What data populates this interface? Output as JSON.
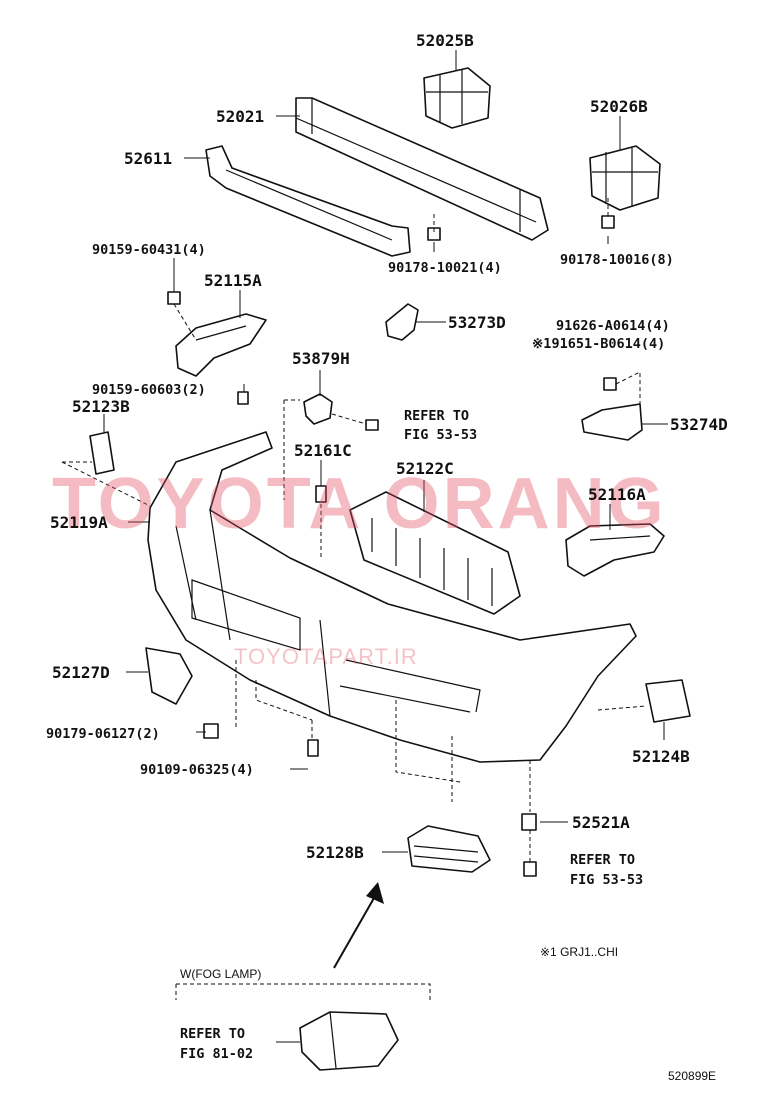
{
  "parts": {
    "p52025B": "52025B",
    "p52021": "52021",
    "p52026B": "52026B",
    "p52611": "52611",
    "p90159_60431": "90159-60431(4)",
    "p90178_10021": "90178-10021(4)",
    "p90178_10016": "90178-10016(8)",
    "p52115A": "52115A",
    "p53273D": "53273D",
    "p91626": "91626-A0614(4)",
    "p91651": "※191651-B0614(4)",
    "p90159_60603": "90159-60603(2)",
    "p53879H": "53879H",
    "p52123B": "52123B",
    "p53274D": "53274D",
    "p52161C": "52161C",
    "p52122C": "52122C",
    "p52116A": "52116A",
    "p52119A": "52119A",
    "p52127D": "52127D",
    "p90179_06127": "90179-06127(2)",
    "p52124B": "52124B",
    "p90109_06325": "90109-06325(4)",
    "p52521A": "52521A",
    "p52128B": "52128B"
  },
  "references": {
    "ref1_line1": "REFER TO",
    "ref1_line2": "FIG 53-53",
    "ref2_line1": "REFER TO",
    "ref2_line2": "FIG 53-53",
    "ref3_line1": "REFER TO",
    "ref3_line2": "FIG 81-02"
  },
  "notes": {
    "fog_lamp": "W(FOG LAMP)",
    "footnote": "※1 GRJ1..CHI",
    "figure_code": "520899E"
  },
  "watermark": {
    "main": "TOYOTA ORANG",
    "site": "TOYOTAPART.IR",
    "color": "#e2505f"
  }
}
